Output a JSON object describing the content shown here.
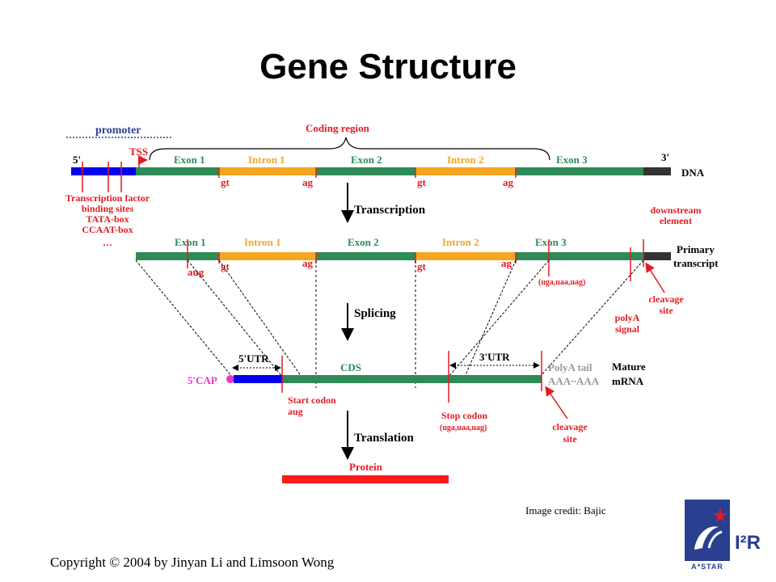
{
  "title": "Gene Structure",
  "credit": "Image credit: Bajic",
  "copyright": "Copyright © 2004 by Jinyan Li and Limsoon Wong",
  "logo": {
    "text": "A*STAR",
    "brand": "I²R"
  },
  "colors": {
    "exon": "#2e8b57",
    "intron": "#f5a623",
    "promoter": "#0000ee",
    "end": "#333333",
    "red": "#e31b23",
    "label_green": "#2e8b57",
    "label_orange": "#f5a623",
    "cap": "#ee33cc",
    "protein": "#ff1a1a"
  },
  "dna": {
    "promoter": "promoter",
    "five": "5'",
    "tss": "TSS",
    "coding_region": "Coding region",
    "exon1": "Exon 1",
    "intron1": "Intron 1",
    "exon2": "Exon 2",
    "intron2": "Intron 2",
    "exon3": "Exon 3",
    "three": "3'",
    "label": "DNA",
    "gt1": "gt",
    "ag1": "ag",
    "gt2": "gt",
    "ag2": "ag",
    "tf_lines": [
      "Transcription factor",
      "binding sites",
      "TATA-box",
      "CCAAT-box",
      "…"
    ]
  },
  "transcription": "Transcription",
  "primary": {
    "exon1": "Exon 1",
    "intron1": "Intron 1",
    "exon2": "Exon 2",
    "intron2": "Intron 2",
    "exon3": "Exon 3",
    "aug": "aug",
    "gt": "gt",
    "ag1": "ag",
    "ag2": "ag",
    "stop": "(uga,uaa,uag)",
    "downstream": [
      "downstream",
      "element"
    ],
    "label": [
      "Primary",
      "transcript"
    ],
    "polya": [
      "polyA",
      "signal"
    ],
    "cleavage": [
      "cleavage",
      "site"
    ]
  },
  "splicing": "Splicing",
  "mature": {
    "utr5": "5'UTR",
    "cds": "CDS",
    "utr3": "3'UTR",
    "cap": "5'CAP",
    "polya_tail": "PolyA tail",
    "aaa": "AAA~AAA",
    "label": [
      "Mature",
      "mRNA"
    ],
    "start": [
      "Start codon",
      "aug"
    ],
    "stop": [
      "Stop codon",
      "(uga,uaa,uag)"
    ],
    "cleavage": [
      "cleavage",
      "site"
    ]
  },
  "translation": "Translation",
  "protein": "Protein"
}
